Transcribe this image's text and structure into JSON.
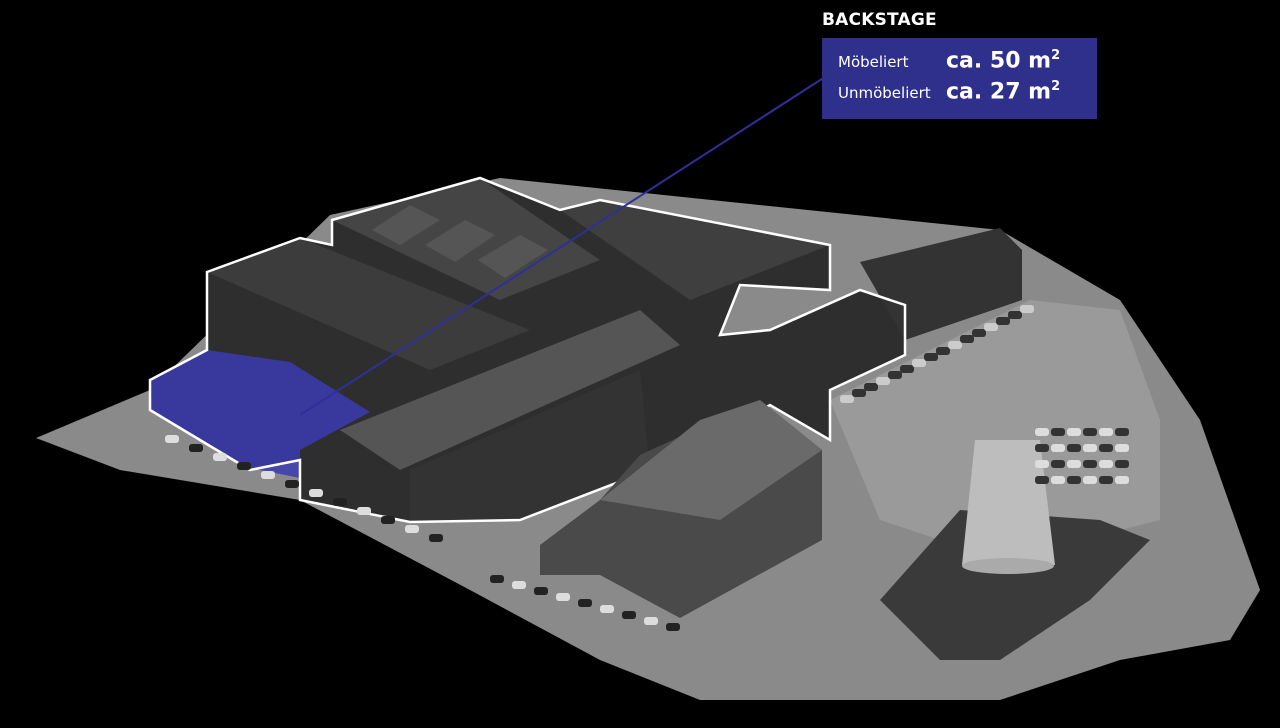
{
  "label": {
    "title": "BACKSTAGE",
    "rows": [
      {
        "label": "Möbeliert",
        "value": "ca. 50 m",
        "unit_sup": "2"
      },
      {
        "label": "Unmöbeliert",
        "value": "ca. 27 m",
        "unit_sup": "2"
      }
    ]
  },
  "colors": {
    "highlight": "#2f2f8c",
    "outline": "#ffffff",
    "background": "#000000"
  }
}
